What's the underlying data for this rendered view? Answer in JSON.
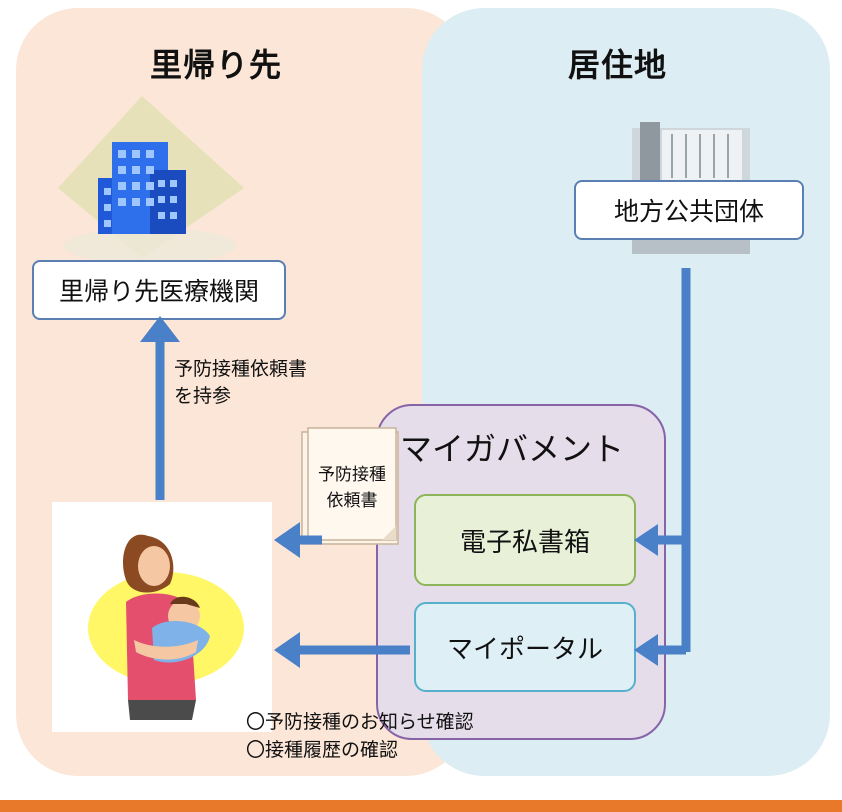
{
  "regions": {
    "left_title": "里帰り先",
    "right_title": "居住地"
  },
  "nodes": {
    "hospital": "里帰り先医療機関",
    "local_gov": "地方公共団体",
    "portal": "マイガバメント",
    "mailbox": "電子私書箱",
    "myportal": "マイポータル"
  },
  "labels": {
    "carry_line1": "予防接種依頼書",
    "carry_line2": "を持参",
    "doc_line1": "予防接種",
    "doc_line2": "依頼書",
    "confirm_1": "〇予防接種のお知らせ確認",
    "confirm_2": "〇接種履歴の確認"
  },
  "colors": {
    "left_region": "#fbe6d8",
    "right_region": "#dcedf3",
    "arrow": "#4a80c8",
    "portal_fill": "#e6ddeb",
    "portal_border": "#8764a8",
    "mailbox_fill": "#e8f1d8",
    "mailbox_border": "#8db45a",
    "myportal_fill": "#def0f6",
    "myportal_border": "#56b0cc",
    "bottom_bar": "#e8792a"
  },
  "icons": [
    "hospital-building-icon",
    "government-building-icon",
    "document-icon",
    "mother-with-baby-icon"
  ]
}
